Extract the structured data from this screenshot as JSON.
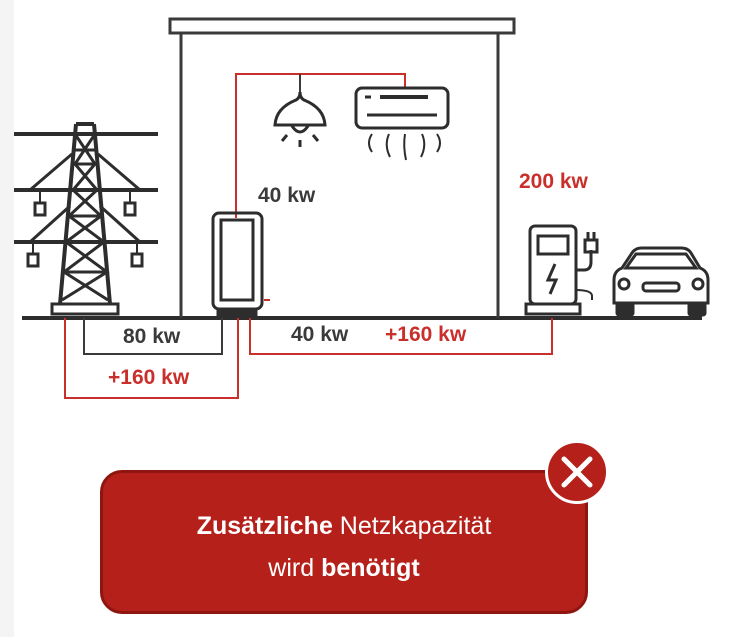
{
  "labels": {
    "house_load": "40 kw",
    "grid_existing": "80 kw",
    "grid_additional": "+160 kw",
    "base_load": "40 kw",
    "charger_additional": "+160 kw",
    "charger_power": "200 kw"
  },
  "banner": {
    "bold_1": "Zusätzliche",
    "text_1": " Netzkapazität",
    "text_2": "wird ",
    "bold_2": "benötigt"
  },
  "icons": {
    "power_tower": "power-tower-icon",
    "house": "house-icon",
    "lamp": "ceiling-lamp-icon",
    "air_conditioner": "air-conditioner-icon",
    "meter_cabinet": "meter-cabinet-icon",
    "charging_station": "charging-station-icon",
    "car": "car-icon",
    "close": "close-icon"
  },
  "colors": {
    "accent_red": "#c9302c",
    "banner_red": "#b5211a",
    "line_dark": "#3a3a3a"
  }
}
